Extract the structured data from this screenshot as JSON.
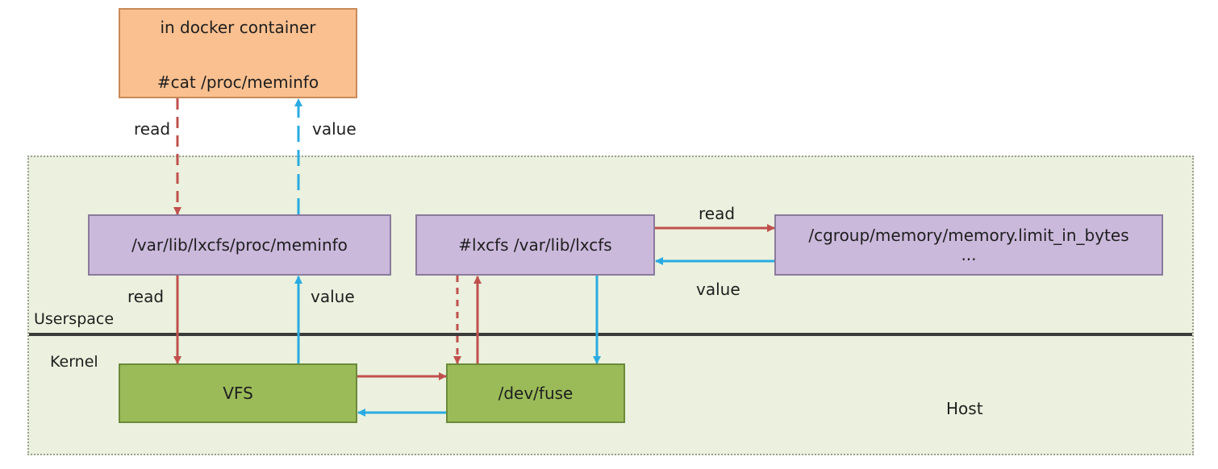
{
  "container": {
    "line1": "in docker container",
    "line2": "#cat /proc/meminfo"
  },
  "lxcfs_meminfo": {
    "label": "/var/lib/lxcfs/proc/meminfo"
  },
  "lxcfs_daemon": {
    "label": "#lxcfs /var/lib/lxcfs"
  },
  "cgroup": {
    "line1": "/cgroup/memory/memory.limit_in_bytes",
    "line2": "..."
  },
  "vfs": {
    "label": "VFS"
  },
  "fuse": {
    "label": "/dev/fuse"
  },
  "labels": {
    "read_top": "read",
    "value_top": "value",
    "read_mid": "read",
    "value_mid": "value",
    "read_cgroup": "read",
    "value_cgroup": "value",
    "userspace": "Userspace",
    "kernel": "Kernel",
    "host": "Host"
  },
  "colors": {
    "read_arrow": "#c0504d",
    "value_arrow": "#29abe2"
  }
}
